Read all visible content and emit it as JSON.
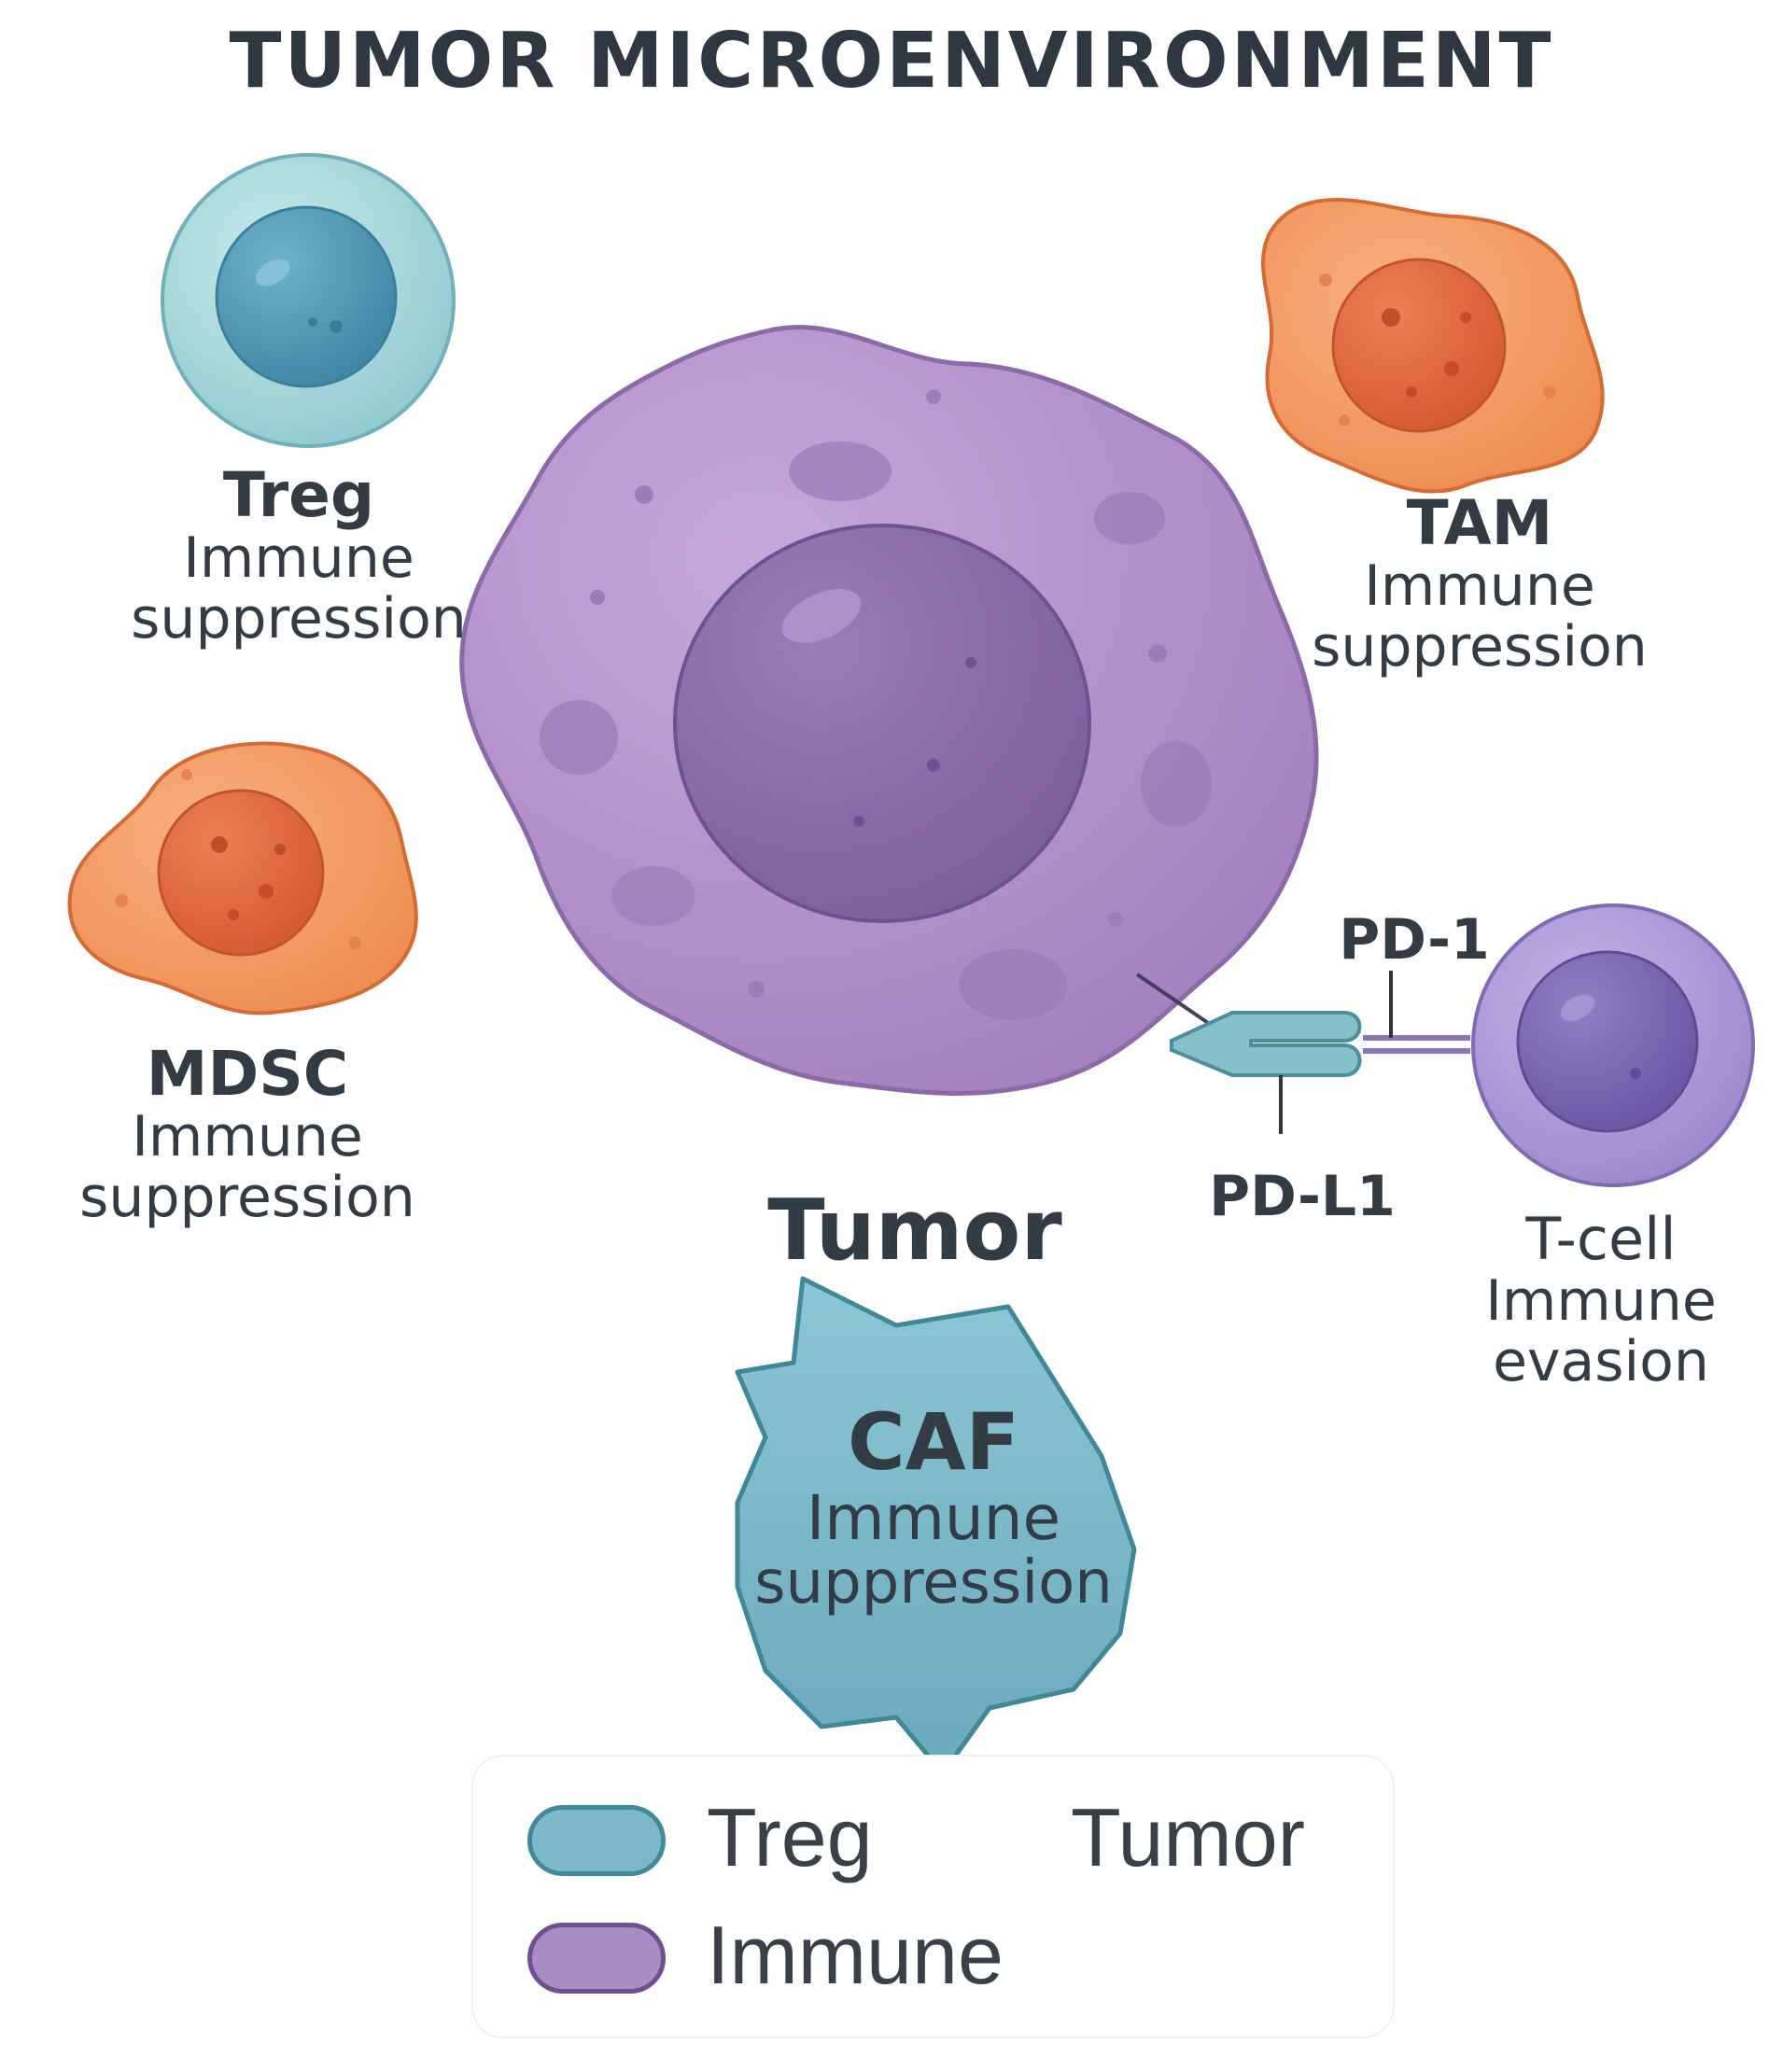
{
  "title": "TUMOR MICROENVIRONMENT",
  "cells": {
    "treg": {
      "name": "Treg",
      "desc_1": "Immune",
      "desc_2": "suppression"
    },
    "tam": {
      "name": "TAM",
      "desc_1": "Immune",
      "desc_2": "suppression"
    },
    "mdsc": {
      "name": "MDSC",
      "desc_1": "Immune",
      "desc_2": "suppression"
    },
    "tumor": {
      "name": "Tumor"
    },
    "tcell": {
      "name": "T-cell",
      "desc_1": "Immune",
      "desc_2": "evasion"
    },
    "caf": {
      "name": "CAF",
      "desc_1": "Immune",
      "desc_2": "suppression"
    }
  },
  "receptors": {
    "pd1": "PD-1",
    "pdl1": "PD-L1"
  },
  "legend": {
    "items": [
      {
        "label": "Treg",
        "color": "#7db8c6"
      },
      {
        "label": "Immune",
        "color": "#a98cc4"
      },
      {
        "label": "Tumor"
      }
    ]
  },
  "colors": {
    "treg_outer": "#9fd3d8",
    "treg_nucleus": "#4f9ab8",
    "tumor_body": "#b291c8",
    "tumor_nucleus": "#8a67a8",
    "orange_body": "#f39a5e",
    "orange_nucleus": "#e0663a",
    "tcell_body": "#a995d6",
    "tcell_nucleus": "#7a66b2",
    "caf_body": "#7fbccb",
    "text": "#333b44"
  }
}
